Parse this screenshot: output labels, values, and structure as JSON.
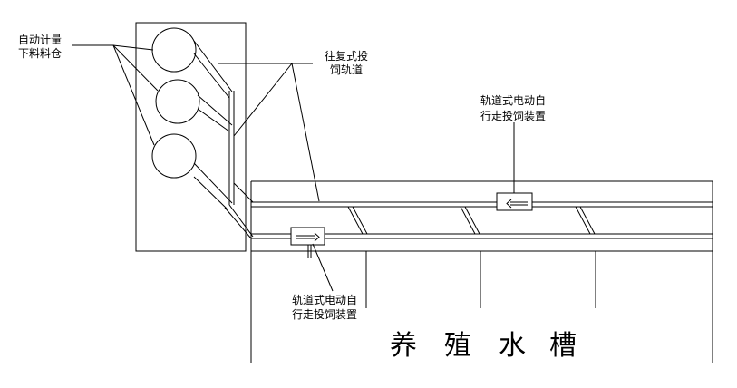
{
  "labels": {
    "hoppers_line1": "自动计量",
    "hoppers_line2": "下料料仓",
    "track_line1": "往复式投",
    "track_line2": "饲轨道",
    "feeder_right_line1": "轨道式电动自",
    "feeder_right_line2": "行走投饲装置",
    "feeder_left_line1": "轨道式电动自",
    "feeder_left_line2": "行走投饲装置",
    "tank_chars": [
      "养",
      "殖",
      "水",
      "槽"
    ]
  },
  "colors": {
    "line": "#000000",
    "background": "#ffffff"
  }
}
